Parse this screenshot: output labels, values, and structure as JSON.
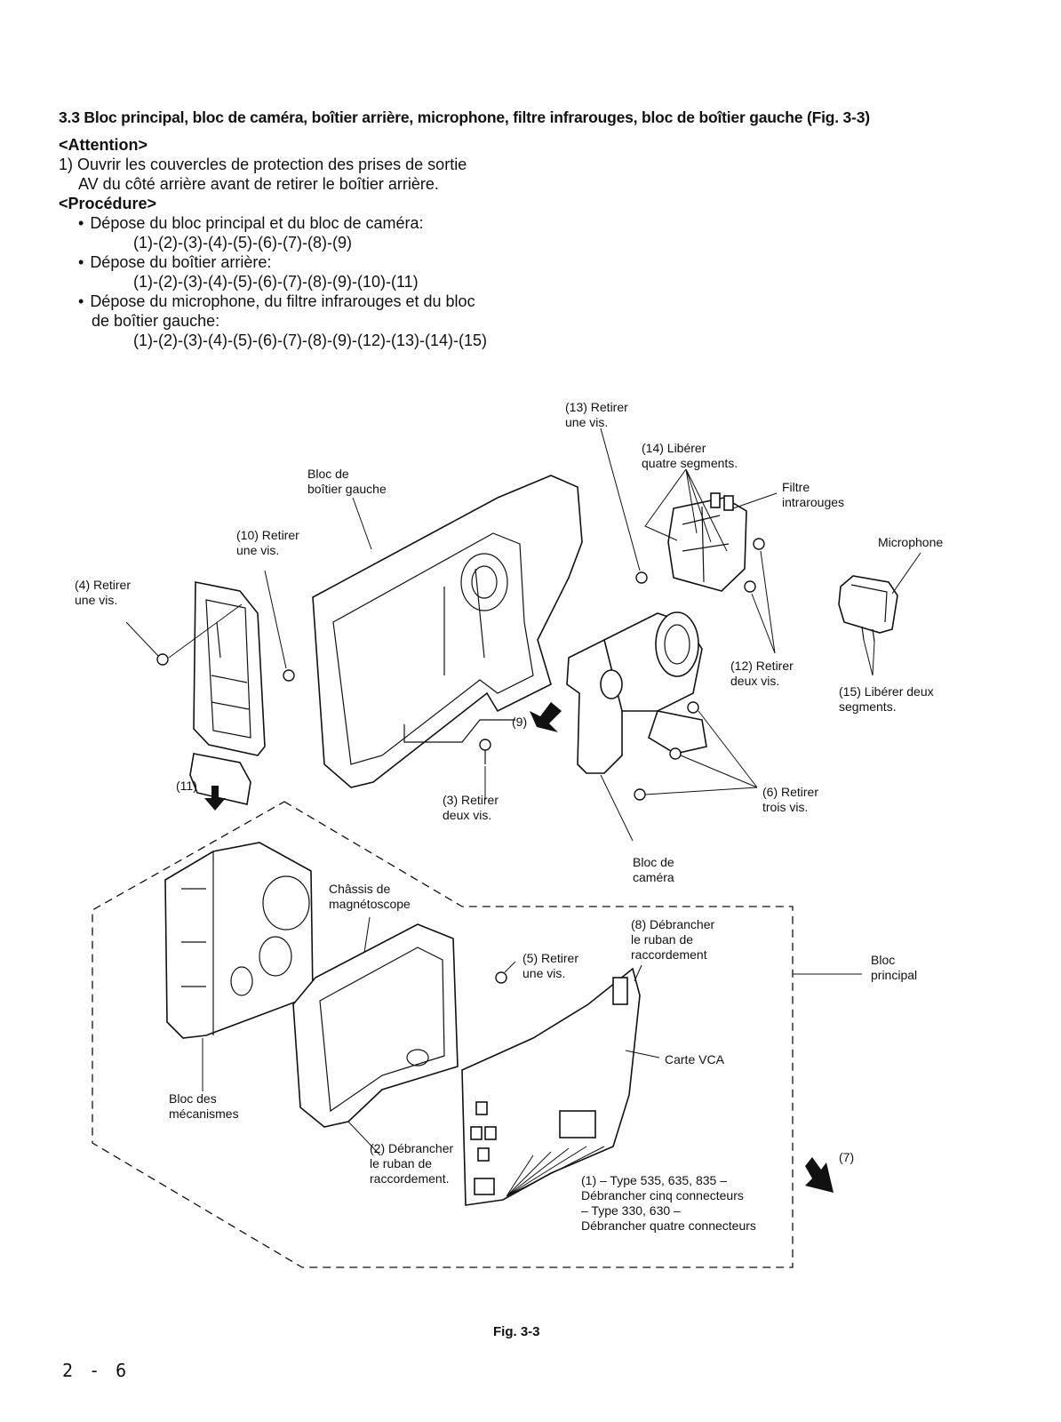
{
  "heading": "3.3 Bloc principal, bloc de caméra, boîtier arrière, microphone, filtre infrarouges, bloc de boîtier gauche (Fig. 3-3)",
  "attention": {
    "title": "<Attention>",
    "item_1a": "1) Ouvrir les couvercles de protection des prises de sortie",
    "item_1b": "AV du côté arrière avant de retirer le boîtier arrière."
  },
  "procedure": {
    "title": "<Procédure>",
    "step1_label": "Dépose du bloc principal et du bloc de caméra:",
    "step1_seq": "(1)-(2)-(3)-(4)-(5)-(6)-(7)-(8)-(9)",
    "step2_label": "Dépose du boîtier arrière:",
    "step2_seq": "(1)-(2)-(3)-(4)-(5)-(6)-(7)-(8)-(9)-(10)-(11)",
    "step3_label_a": "Dépose du microphone, du filtre infrarouges et du bloc",
    "step3_label_b": "de boîtier gauche:",
    "step3_seq": "(1)-(2)-(3)-(4)-(5)-(6)-(7)-(8)-(9)-(12)-(13)-(14)-(15)"
  },
  "labels": {
    "l13": "(13) Retirer\nune vis.",
    "l14": "(14) Libérer\nquatre segments.",
    "filtre": "Filtre\nintrarouges",
    "microphone": "Microphone",
    "bloc_gauche": "Bloc de\nboîtier gauche",
    "l10": "(10) Retirer\nune vis.",
    "l4": "(4) Retirer\nune vis.",
    "l12": "(12) Retirer\ndeux vis.",
    "l15": "(15) Libérer deux\nsegments.",
    "l9": "(9)",
    "l11": "(11)",
    "l3": "(3) Retirer\ndeux vis.",
    "l6": "(6) Retirer\ntrois vis.",
    "bloc_camera": "Bloc de\ncaméra",
    "chassis": "Châssis de\nmagnétoscope",
    "l8": "(8) Débrancher\nle ruban de\nraccordement",
    "l5": "(5) Retirer\nune vis.",
    "bloc_principal": "Bloc\nprincipal",
    "carte_vca": "Carte VCA",
    "bloc_mecanismes": "Bloc des\nmécanismes",
    "l2": "(2) Débrancher\nle ruban de\nraccordement.",
    "l1": "(1) – Type 535, 635, 835 –\n      Débrancher cinq connecteurs\n      – Type 330, 630 –\n      Débrancher quatre connecteurs",
    "l7": "(7)"
  },
  "figure_caption": "Fig. 3-3",
  "page_number": "2 - 6"
}
